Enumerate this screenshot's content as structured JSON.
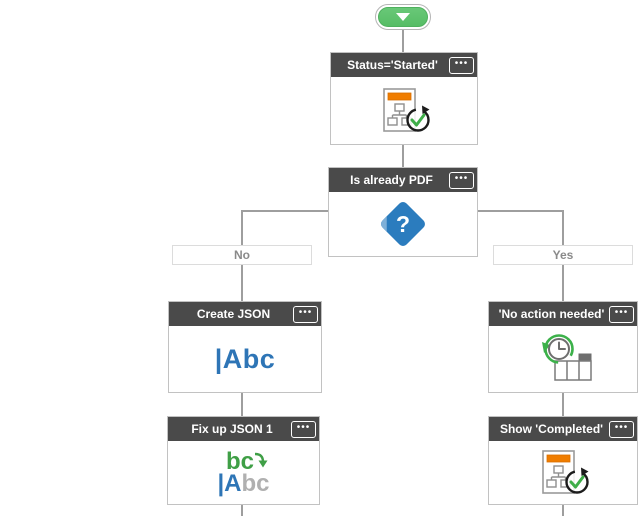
{
  "canvas": {
    "background": "#ffffff"
  },
  "start": {
    "icon": "chevron-down",
    "color": "#5cc06c"
  },
  "menu_button": {
    "label": "•••"
  },
  "branch_labels": {
    "no": "No",
    "yes": "Yes"
  },
  "nodes": [
    {
      "id": "status-started",
      "label": "Status='Started'",
      "icon": "set-status-icon"
    },
    {
      "id": "is-already-pdf",
      "label": "Is already PDF",
      "icon": "condition-question-icon"
    },
    {
      "id": "create-json",
      "label": "Create JSON",
      "icon": "set-variable-abc-icon"
    },
    {
      "id": "fix-up-json-1",
      "label": "Fix up JSON 1",
      "icon": "replace-substring-icon"
    },
    {
      "id": "no-action-needed",
      "label": "'No action needed'",
      "icon": "wait-clock-table-icon"
    },
    {
      "id": "show-completed",
      "label": "Show 'Completed'",
      "icon": "set-status-icon"
    }
  ],
  "icons": {
    "question": {
      "glyph": "?"
    },
    "set_variable": {
      "text": "|Abc"
    },
    "replace": {
      "top": "bc",
      "bottom_blue": "|A",
      "bottom_gray": "bc"
    }
  },
  "colors": {
    "header_bg": "#4a4a4a",
    "node_border": "#c2c2c2",
    "connector": "#9e9e9e",
    "start_green": "#5cc06c",
    "diamond_blue": "#2b7cbe",
    "abc_blue": "#2e75b6",
    "icon_green": "#3fa548",
    "icon_orange": "#f07d00",
    "muted_gray": "#b0b0b0",
    "branch_label_text": "#8a8a8a"
  }
}
